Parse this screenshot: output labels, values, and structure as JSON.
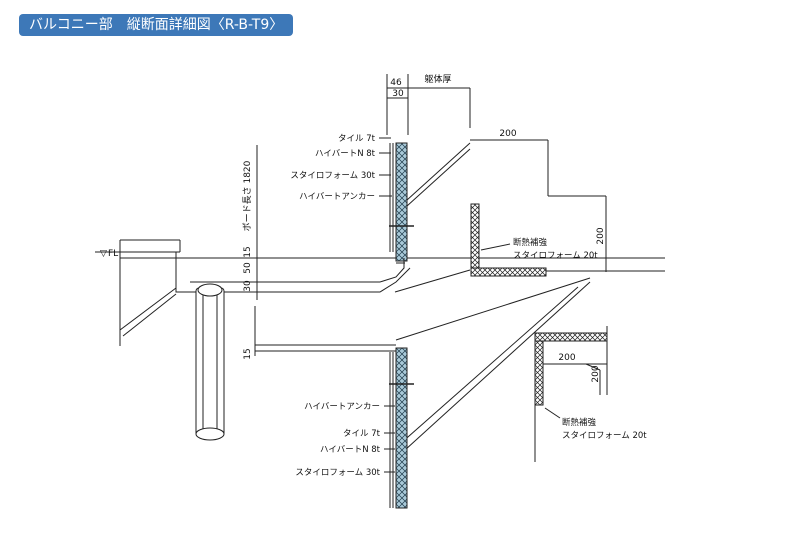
{
  "title": "バルコニー部　縦断面詳細図〈R-B-T9〉",
  "colors": {
    "badge": "#3d78b8",
    "line": "#222222",
    "insulation": "#a9c9d8"
  },
  "dimensions": {
    "top_46": "46",
    "top_30": "30",
    "kutai": "躯体厚",
    "d200_top": "200",
    "d200_side": "200",
    "d200_lower": "200",
    "d200_lower_side": "200",
    "board_length": "ボード長さ 1820",
    "d50": "50",
    "d15_upper": "15",
    "d30": "30",
    "d15_lower": "15",
    "fl": "FL"
  },
  "labels_upper": [
    "タイル 7t",
    "ハイバートN 8t",
    "スタイロフォーム 30t",
    "ハイバートアンカー"
  ],
  "labels_lower": [
    "ハイバートアンカー",
    "タイル 7t",
    "ハイバートN 8t",
    "スタイロフォーム 30t"
  ],
  "insul_upper": [
    "断熱補強",
    "スタイロフォーム 20t"
  ],
  "insul_lower": [
    "断熱補強",
    "スタイロフォーム 20t"
  ]
}
